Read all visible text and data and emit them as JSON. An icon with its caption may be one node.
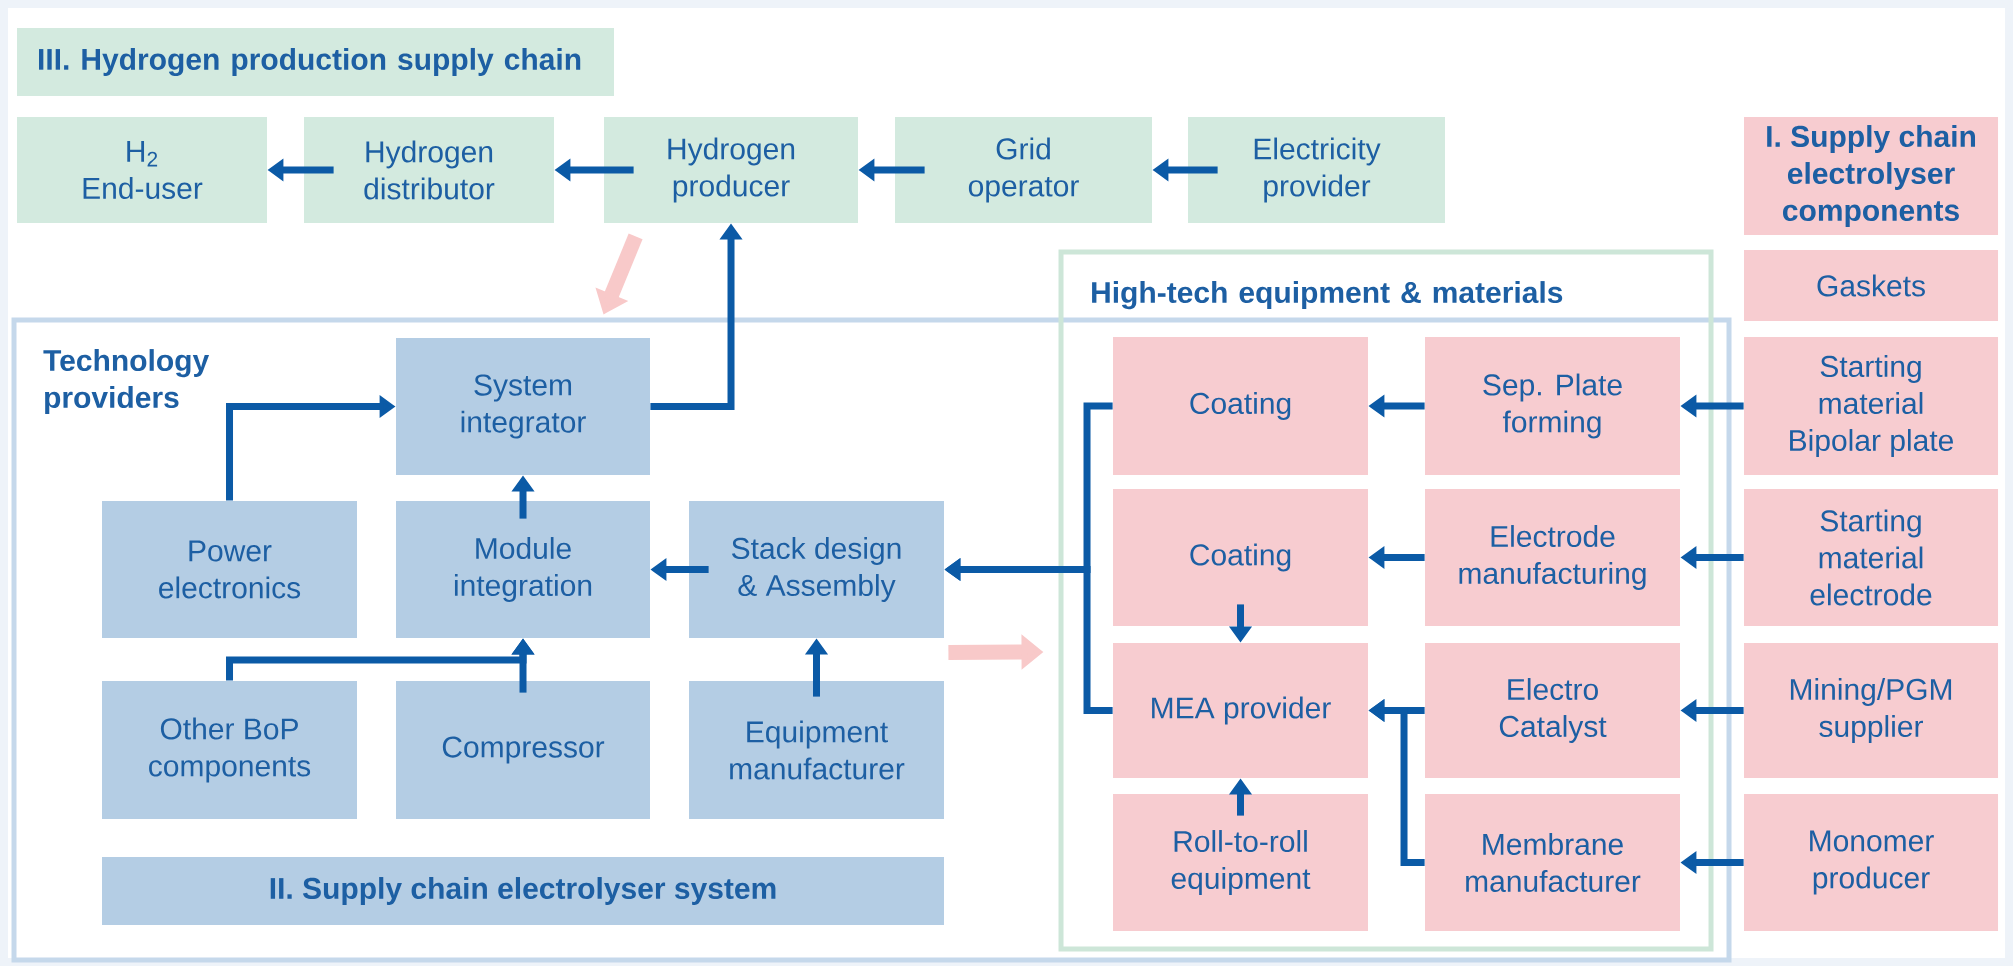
{
  "diagram": {
    "nodes": [
      {
        "text": [
          "III. Hydrogen production supply chain"
        ]
      },
      {
        "text": [
          "H$_{2}$ End-user"
        ]
      },
      {
        "text": [
          "Hydrogen distributor"
        ]
      },
      {
        "text": [
          "Hydrogen producer"
        ]
      },
      {
        "text": [
          "Grid operator"
        ]
      },
      {
        "text": [
          "Electricity provider"
        ]
      },
      {
        "text": [
          "I. Supply chain electrolyser components"
        ]
      },
      {
        "text": [
          "Gaskets"
        ]
      },
      {
        "text": [
          "Technology providers"
        ]
      },
      {
        "text": [
          "High-tech equipment & materials"
        ]
      },
      {
        "text": [
          "System integrator"
        ],
        "in": 8
      },
      {
        "text": [
          "Power electronics"
        ],
        "in": 8
      },
      {
        "text": [
          "Module integration"
        ],
        "in": 8
      },
      {
        "text": [
          "Stack design & Assembly"
        ],
        "in": 8
      },
      {
        "text": [
          "Other BoP components"
        ],
        "in": 8
      },
      {
        "text": [
          "Compressor"
        ],
        "in": 8
      },
      {
        "text": [
          "Equipment manufacturer"
        ],
        "in": 8
      },
      {
        "text": [
          "II. Supply chain electrolyser system"
        ],
        "in": 8
      },
      {
        "text": [
          "Coating"
        ],
        "in": 9
      },
      {
        "text": [
          "Sep. Plate forming"
        ],
        "in": 9
      },
      {
        "text": [
          "Coating"
        ],
        "in": 9
      },
      {
        "text": [
          "Electrode manufacturing"
        ],
        "in": 9
      },
      {
        "text": [
          "MEA provider"
        ],
        "in": 9
      },
      {
        "text": [
          "Electro Catalyst"
        ],
        "in": 9
      },
      {
        "text": [
          "Roll-to-roll equipment"
        ],
        "in": 9
      },
      {
        "text": [
          "Membrane manufacturer"
        ],
        "in": 9
      },
      {
        "text": [
          "Starting material Bipolar plate"
        ]
      },
      {
        "text": [
          "Starting material electrode"
        ]
      },
      {
        "text": [
          "Mining/PGM supplier"
        ]
      },
      {
        "text": [
          "Monomer producer"
        ]
      }
    ],
    "edges": [
      {
        "from": 2,
        "to": 1,
        "arrow": "to"
      },
      {
        "from": 3,
        "to": 2,
        "arrow": "to"
      },
      {
        "from": 4,
        "to": 3,
        "arrow": "to"
      },
      {
        "from": 5,
        "to": 4,
        "arrow": "to"
      },
      {
        "from": 10,
        "to": 3,
        "arrow": "to"
      },
      {
        "from": 11,
        "to": 10,
        "arrow": "to"
      },
      {
        "from": 12,
        "to": 10,
        "arrow": "to"
      },
      {
        "from": 13,
        "to": 12,
        "arrow": "to"
      },
      {
        "from": 16,
        "to": 13,
        "arrow": "to"
      },
      {
        "from": 14,
        "to": 12,
        "arrow": "to"
      },
      {
        "from": 15,
        "to": 12,
        "arrow": "to"
      },
      {
        "from": 18,
        "to": 13,
        "arrow": "to"
      },
      {
        "from": 22,
        "to": 13,
        "arrow": "to"
      },
      {
        "from": 19,
        "to": 18,
        "arrow": "to"
      },
      {
        "from": 21,
        "to": 20,
        "arrow": "to"
      },
      {
        "from": 20,
        "to": 22,
        "arrow": "to"
      },
      {
        "from": 24,
        "to": 22,
        "arrow": "to"
      },
      {
        "from": 23,
        "to": 22,
        "arrow": "to"
      },
      {
        "from": 25,
        "to": 22,
        "arrow": "to"
      },
      {
        "from": 26,
        "to": 19,
        "arrow": "to"
      },
      {
        "from": 27,
        "to": 21,
        "arrow": "to"
      },
      {
        "from": 28,
        "to": 23,
        "arrow": "to"
      },
      {
        "from": 29,
        "to": 25,
        "arrow": "to"
      },
      {
        "from": 3,
        "to": 8,
        "arrow": "to",
        "style": "thick",
        "color": "#f8c9c9"
      },
      {
        "from": 13,
        "to": 9,
        "arrow": "to",
        "style": "thick",
        "color": "#f8c9c9"
      }
    ]
  }
}
